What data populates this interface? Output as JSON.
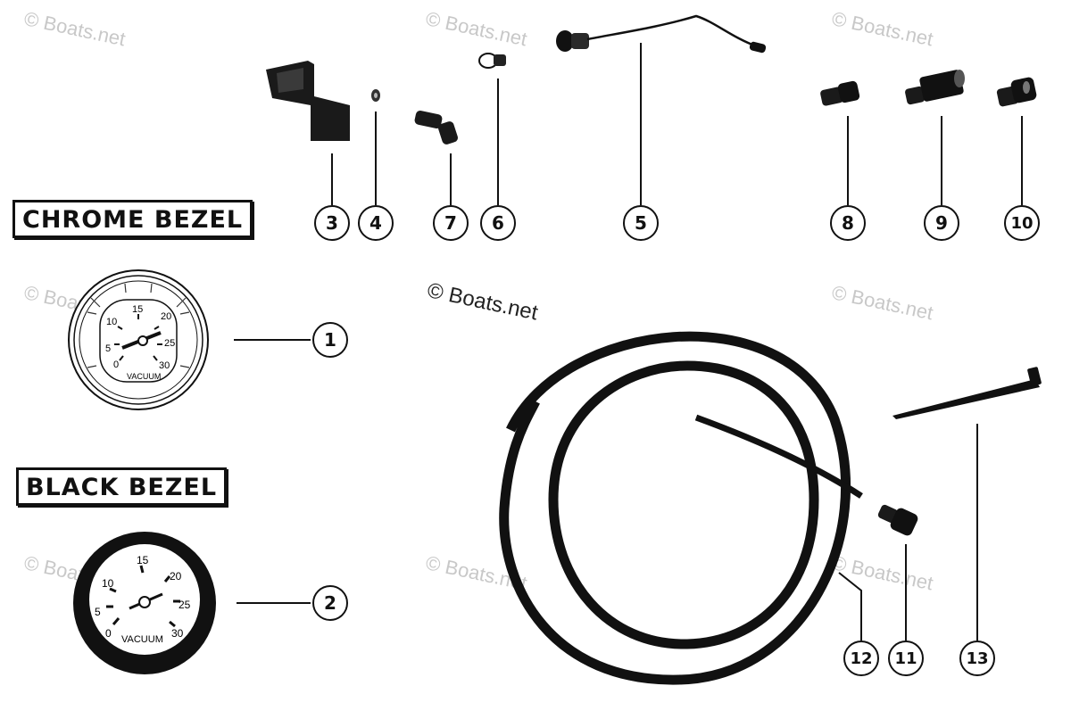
{
  "watermarks": {
    "tl": "© Boats.net",
    "tc": "© Boats.net",
    "tr": "© Boats.net",
    "ml": "© Boats.net",
    "center": "© Boats.net",
    "mr": "© Boats.net",
    "bl": "© Boats.net",
    "bc": "© Boats.net",
    "br": "© Boats.net"
  },
  "sections": {
    "chrome_bezel": "CHROME BEZEL",
    "black_bezel": "BLACK BEZEL"
  },
  "gauges": {
    "chrome": {
      "ticks": [
        "0",
        "5",
        "10",
        "15",
        "20",
        "25",
        "30"
      ],
      "label": "VACUUM"
    },
    "black": {
      "ticks": [
        "0",
        "5",
        "10",
        "15",
        "20",
        "25",
        "30"
      ],
      "label": "VACUUM"
    }
  },
  "callouts": {
    "c1": "1",
    "c2": "2",
    "c3": "3",
    "c4": "4",
    "c5": "5",
    "c6": "6",
    "c7": "7",
    "c8": "8",
    "c9": "9",
    "c10": "10",
    "c11": "11",
    "c12": "12",
    "c13": "13"
  },
  "colors": {
    "ink": "#111111",
    "watermark": "#c8c8c8",
    "background": "#ffffff"
  }
}
